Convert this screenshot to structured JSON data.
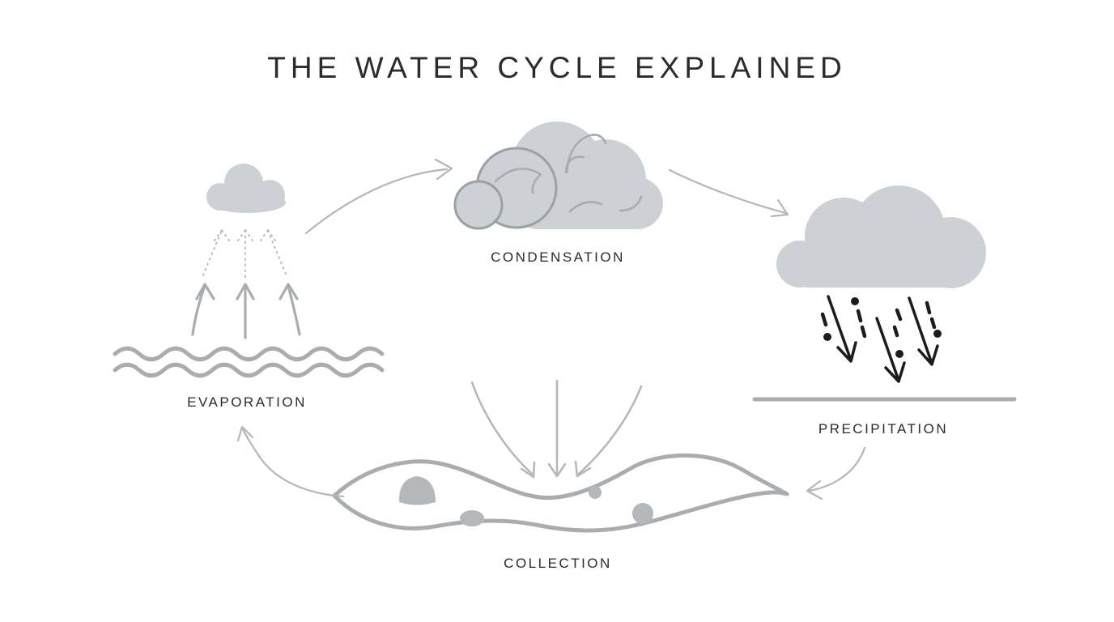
{
  "title": "THE WATER CYCLE EXPLAINED",
  "stages": [
    {
      "id": "evaporation",
      "label": "EVAPORATION"
    },
    {
      "id": "condensation",
      "label": "CONDENSATION"
    },
    {
      "id": "precipitation",
      "label": "PRECIPITATION"
    },
    {
      "id": "collection",
      "label": "COLLECTION"
    }
  ],
  "cycle_order": [
    "EVAPORATION",
    "CONDENSATION",
    "PRECIPITATION",
    "COLLECTION"
  ],
  "icons": [
    "small-cloud-icon",
    "vapor-dotted-arrows-icon",
    "evaporation-arrows-icon",
    "water-waves-icon",
    "condensation-cloud-icon",
    "rain-cloud-icon",
    "rain-arrows-icon",
    "ground-line-icon",
    "infall-arrows-icon",
    "collection-pool-icon",
    "arrow-evaporation-to-condensation-icon",
    "arrow-condensation-to-precipitation-icon",
    "arrow-precipitation-to-collection-icon",
    "arrow-collection-to-evaporation-icon"
  ],
  "theme": {
    "background": "#ffffff",
    "text_color": "#2b2b2b",
    "cloud_fill": "#cdd1d5",
    "cloud_stroke": "#9aa0a5",
    "swirl_color": "#a6abaf",
    "arrow_color": "#b3b7ba",
    "wave_color": "#a9adb0",
    "vapor_color": "#b7bbbe",
    "rain_color": "#1c1c1c",
    "blob_color": "#b4b8bb"
  }
}
